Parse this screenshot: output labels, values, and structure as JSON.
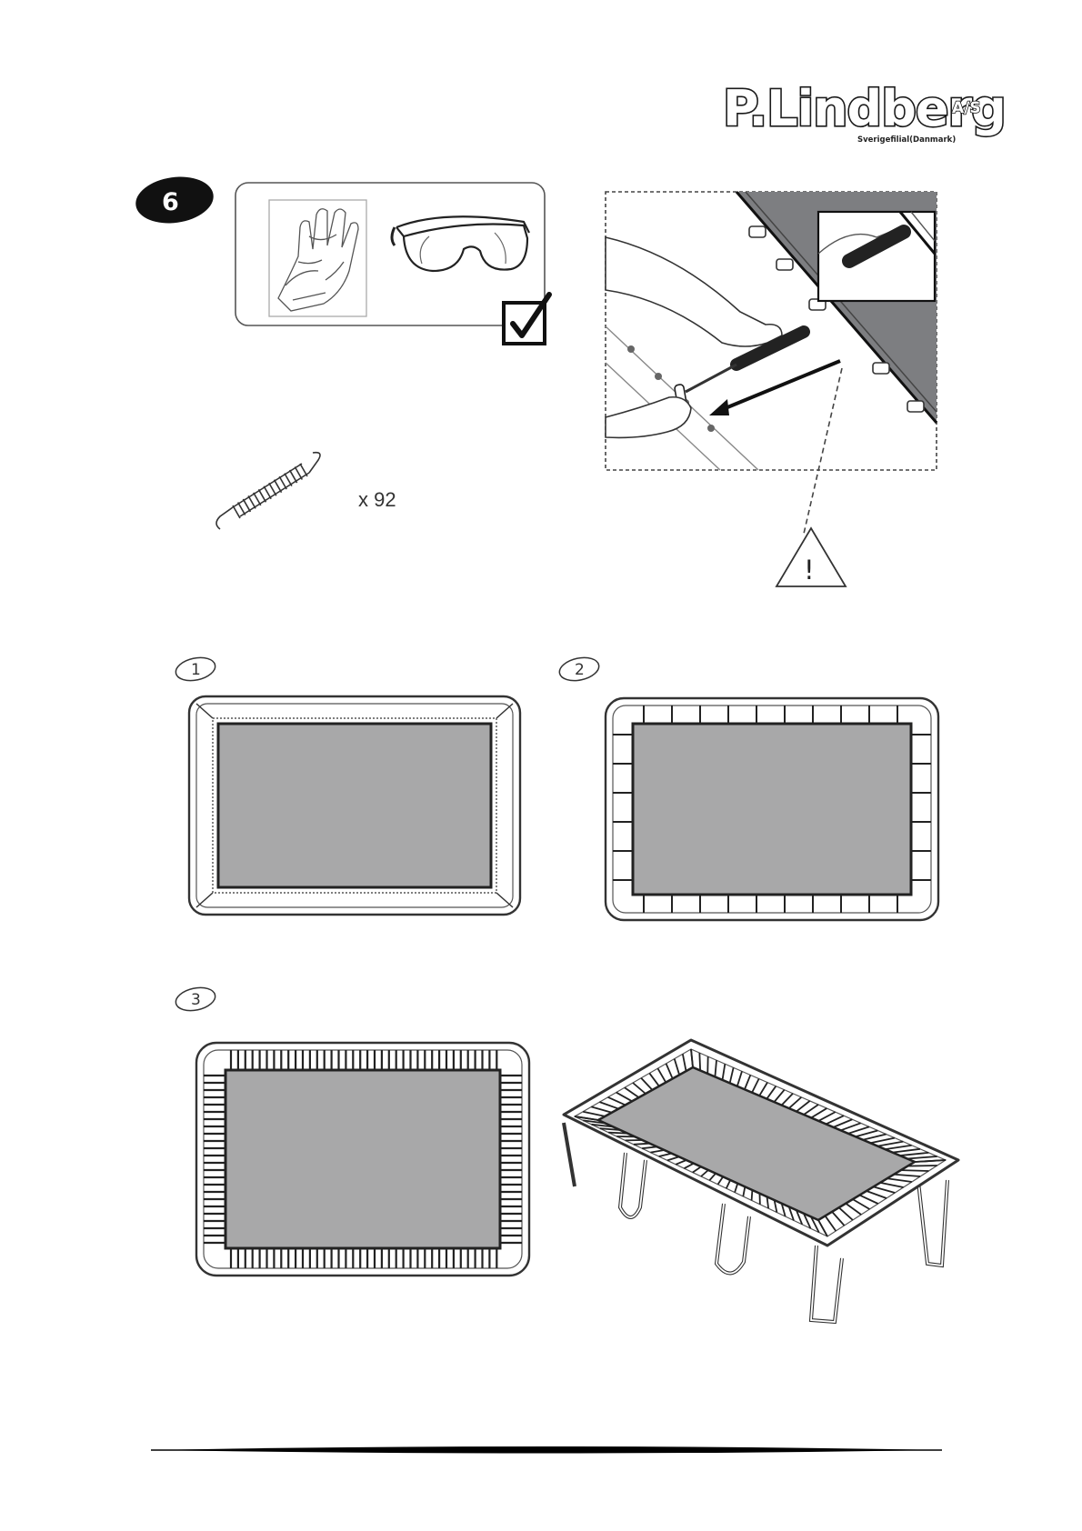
{
  "logo": {
    "brand": "P.Lindberg",
    "suffix": "A/S",
    "subtitle": "Sverigefilial(Danmark)"
  },
  "step": {
    "number": "6"
  },
  "tools": {
    "items": [
      "gloves-icon",
      "safety-glasses-icon",
      "checkbox-checked-icon"
    ]
  },
  "parts": {
    "quantity": "x 92"
  },
  "warning": {
    "symbol": "!"
  },
  "substeps": [
    {
      "label": "1"
    },
    {
      "label": "2"
    },
    {
      "label": "3"
    }
  ],
  "colors": {
    "mat": "#a8a8a9",
    "badge": "#111111",
    "line": "#000000"
  }
}
